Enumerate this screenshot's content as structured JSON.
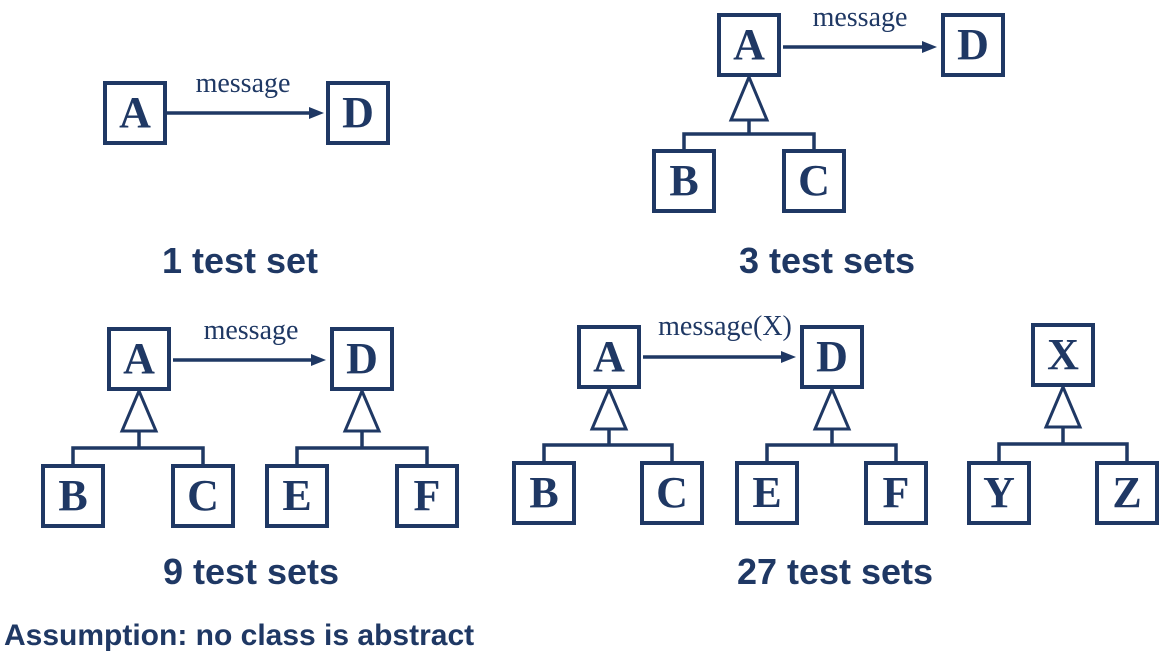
{
  "colors": {
    "ink": "#1f3864",
    "paper": "#ffffff"
  },
  "footnote": "Assumption: no class is abstract",
  "diagrams": {
    "d1": {
      "caption": "1 test set",
      "message": "message",
      "classes": {
        "sender": "A",
        "receiver": "D"
      }
    },
    "d2": {
      "caption": "3 test sets",
      "message": "message",
      "classes": {
        "sender": "A",
        "receiver": "D",
        "sender_child_1": "B",
        "sender_child_2": "C"
      }
    },
    "d3": {
      "caption": "9 test sets",
      "message": "message",
      "classes": {
        "sender": "A",
        "receiver": "D",
        "sender_child_1": "B",
        "sender_child_2": "C",
        "receiver_child_1": "E",
        "receiver_child_2": "F"
      }
    },
    "d4": {
      "caption": "27 test sets",
      "message": "message(X)",
      "classes": {
        "sender": "A",
        "receiver": "D",
        "sender_child_1": "B",
        "sender_child_2": "C",
        "receiver_child_1": "E",
        "receiver_child_2": "F",
        "param": "X",
        "param_child_1": "Y",
        "param_child_2": "Z"
      }
    }
  }
}
